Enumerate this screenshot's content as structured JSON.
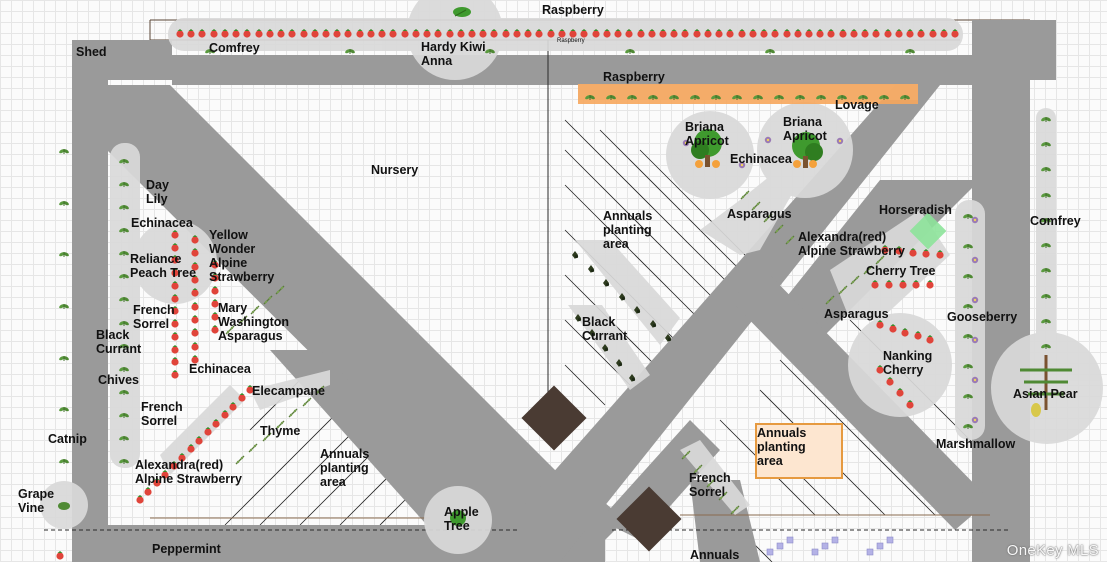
{
  "colors": {
    "path": "#9a9a9a",
    "bed": "#d9d9d9",
    "accent_orange": "#f6a65c",
    "square": "#4a3b33"
  },
  "labels": {
    "raspberry_top": "Raspberry",
    "shed": "Shed",
    "comfrey_top": "Comfrey",
    "hardy_kiwi": "Hardy Kiwi\nAnna",
    "raspberry_2": "Raspberry",
    "lovage": "Lovage",
    "briana_apricot_1": "Briana\nApricot",
    "briana_apricot_2": "Briana\nApricot",
    "echinacea_right": "Echinacea",
    "nursery": "Nursery",
    "day_lily": "Day\nLily",
    "echinacea_left": "Echinacea",
    "reliance_peach": "Reliance\nPeach Tree",
    "yellow_wonder": "Yellow\nWonder\nAlpine\nStrawberry",
    "french_sorrel_1": "French\nSorrel",
    "mary_washington": "Mary\nWashington\nAsparagus",
    "black_currant_left": "Black\nCurrant",
    "chives": "Chives",
    "echinacea_mid": "Echinacea",
    "elecampane": "Elecampane",
    "french_sorrel_2": "French\nSorrel",
    "thyme": "Thyme",
    "catnip": "Catnip",
    "annuals_left": "Annuals\nplanting\narea",
    "alexandra_left": "Alexandra(red)\nAlpine Strawberry",
    "grape_vine": "Grape\nVine",
    "apple_tree": "Apple\nTree",
    "peppermint": "Peppermint",
    "annuals_center": "Annuals\nplanting\narea",
    "asparagus_1": "Asparagus",
    "horseradish": "Horseradish",
    "comfrey_right": "Comfrey",
    "alexandra_right": "Alexandra(red)\nAlpine Strawberry",
    "cherry_tree": "Cherry Tree",
    "black_currant_center": "Black\nCurrant",
    "asparagus_2": "Asparagus",
    "gooseberry": "Gooseberry",
    "nanking_cherry": "Nanking\nCherry",
    "asian_pear": "Asian Pear",
    "annuals_box": "Annuals\nplanting\narea",
    "marshmallow": "Marshmallow",
    "french_sorrel_3": "French\nSorrel",
    "annuals_bottom": "Annuals",
    "raspberry_tiny": "Raspberry"
  },
  "watermark": "OneKey MLS"
}
